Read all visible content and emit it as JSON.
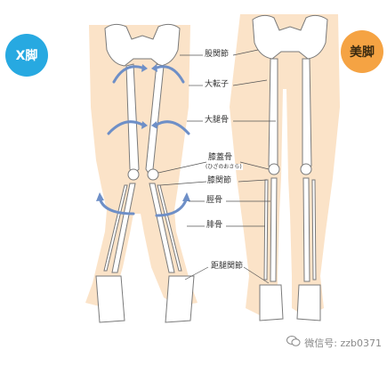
{
  "badges": {
    "left": "X脚",
    "right": "美脚"
  },
  "labels": {
    "hip_joint": "股関節",
    "greater_trochanter": "大転子",
    "femur": "大腿骨",
    "patella": "膝蓋骨",
    "patella_reading": "(ひざのおさら)",
    "knee_joint": "膝関節",
    "tibia": "脛骨",
    "fibula": "腓骨",
    "ankle_joint": "距腿関節"
  },
  "watermark": {
    "text": "微信号: zzb0371",
    "icon": "wechat-icon"
  },
  "colors": {
    "badge_left": "#27a9e1",
    "badge_right": "#f5a343",
    "skin": "#fbe3c8",
    "bone": "#ffffff",
    "bone_outline": "#7a7a7a",
    "arrow": "#6e8fc7"
  }
}
